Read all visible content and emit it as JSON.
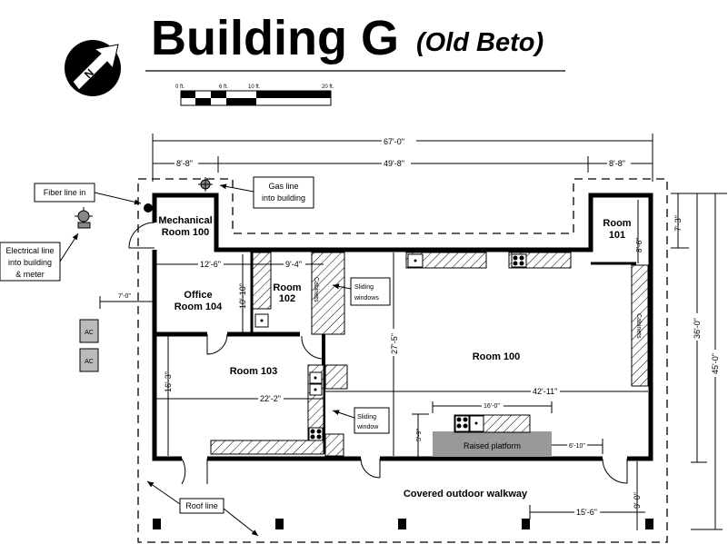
{
  "title": {
    "main": "Building G",
    "sub": "(Old Beto)"
  },
  "compass": {
    "label": "N"
  },
  "scale_bar": {
    "ticks": [
      "0 ft.",
      "6 ft.",
      "10 ft.",
      "20 ft."
    ]
  },
  "rooms": {
    "mechanical": [
      "Mechanical",
      "Room 100"
    ],
    "room101": [
      "Room",
      "101"
    ],
    "office": [
      "Office",
      "Room 104"
    ],
    "room102": [
      "Room",
      "102"
    ],
    "room103": "Room 103",
    "room100": "Room 100",
    "walkway": "Covered outdoor walkway",
    "platform": "Raised platform",
    "cabinets": "Cabinets"
  },
  "callouts": {
    "fiber": "Fiber line in",
    "gas": [
      "Gas line",
      "into building"
    ],
    "electrical": [
      "Electrical line",
      "into building",
      "& meter"
    ],
    "sliding_windows": [
      "Sliding",
      "windows"
    ],
    "sliding_window": [
      "Sliding",
      "window"
    ],
    "roof": "Roof line",
    "ac": "AC"
  },
  "dimensions": {
    "overall": "67'-0\"",
    "left": "8'-8\"",
    "middle": "49'-8\"",
    "right": "8'-8\"",
    "office_w": "12'-6\"",
    "room102_w": "9'-4\"",
    "room102_h": "10'-10\"",
    "ac_offset": "7'-0\"",
    "room103_h": "16'-3\"",
    "room103_w": "22'-2\"",
    "room100_w": "42'-11\"",
    "room100_h": "27'-5\"",
    "island_w": "16'-0\"",
    "platform_h": "5'-9\"",
    "platform_gap": "6'-10\"",
    "walkway_depth": "9'-0\"",
    "column_spacing": "15'-6\"",
    "room101_h": "8'-6\"",
    "notch_h": "7'-3\"",
    "building_h": "36'-0\"",
    "overall_h": "45'-0\""
  }
}
